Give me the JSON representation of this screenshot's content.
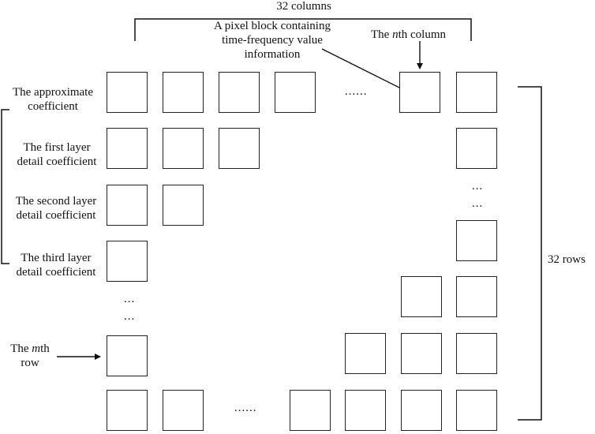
{
  "top_brace_label": "32 columns",
  "right_brace_label": "32 rows",
  "callout_block": {
    "line1": "A pixel block containing",
    "line2": "time-frequency value",
    "line3": "information"
  },
  "nth_column_label": {
    "prefix": "The ",
    "var": "n",
    "suffix": "th column"
  },
  "mth_row_label": {
    "prefix": "The ",
    "var": "m",
    "suffix": "th",
    "line2": "row"
  },
  "row_labels": [
    {
      "line1": "The approximate",
      "line2": "coefficient"
    },
    {
      "line1": "The first layer",
      "line2": "detail coefficient"
    },
    {
      "line1": "The second layer",
      "line2": "detail coefficient"
    },
    {
      "line1": "The third layer",
      "line2": "detail coefficient"
    }
  ],
  "ellipsis_horizontal": "......",
  "ellipsis_vertical_line": "..."
}
